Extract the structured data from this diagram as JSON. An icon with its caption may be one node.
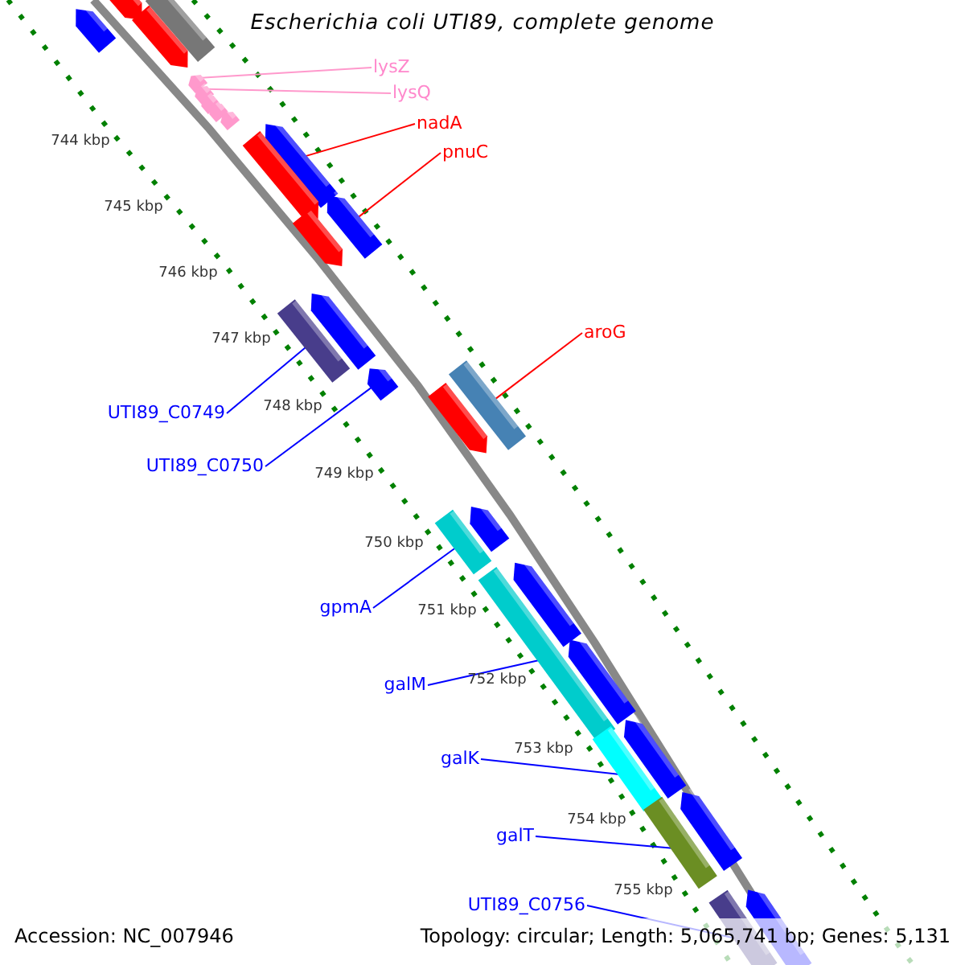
{
  "diagram": {
    "title": "Escherichia coli UTI89, complete genome",
    "nodes": [
      {
        "text": [
          "lysZ"
        ]
      },
      {
        "text": [
          "lysQ"
        ]
      },
      {
        "text": [
          "nadA"
        ]
      },
      {
        "text": [
          "pnuC"
        ]
      },
      {
        "text": [
          "aroG"
        ]
      },
      {
        "text": [
          "UTI89_C0749"
        ]
      },
      {
        "text": [
          "UTI89_C0750"
        ]
      },
      {
        "text": [
          "gpmA"
        ]
      },
      {
        "text": [
          "galM"
        ]
      },
      {
        "text": [
          "galK"
        ]
      },
      {
        "text": [
          "galT"
        ]
      },
      {
        "text": [
          "UTI89_C0756"
        ]
      },
      {
        "text": [],
        "shape": "arrow"
      },
      {
        "text": [],
        "shape": "bar"
      },
      {
        "text": [],
        "shape": "arrow"
      },
      {
        "text": [],
        "shape": "arrow"
      },
      {
        "text": [],
        "shape": "arrow"
      },
      {
        "text": [],
        "shape": "arrow"
      },
      {
        "text": [],
        "shape": "arrow"
      },
      {
        "text": [],
        "shape": "arrow"
      },
      {
        "text": [],
        "shape": "arrow"
      },
      {
        "text": [],
        "shape": "arrow"
      },
      {
        "text": [],
        "shape": "arrow"
      },
      {
        "text": [],
        "shape": "arrow"
      },
      {
        "text": [],
        "shape": "arrow"
      },
      {
        "text": [],
        "shape": "arrow"
      },
      {
        "text": [],
        "shape": "bar"
      },
      {
        "text": [],
        "shape": "arrow"
      },
      {
        "text": [],
        "shape": "bar"
      },
      {
        "text": [],
        "shape": "arrow"
      },
      {
        "text": [],
        "shape": "arrow"
      },
      {
        "text": [],
        "shape": "bar"
      },
      {
        "text": [],
        "shape": "arrow"
      },
      {
        "text": [],
        "shape": "bar"
      },
      {
        "text": [],
        "shape": "arrow"
      },
      {
        "text": [],
        "shape": "arrow"
      },
      {
        "text": [],
        "shape": "bar"
      },
      {
        "text": [],
        "shape": "arrow"
      },
      {
        "text": [],
        "shape": "bar"
      },
      {
        "text": [],
        "shape": "arrow"
      },
      {
        "text": [],
        "shape": "bar"
      }
    ],
    "edges": [
      {
        "from": 0,
        "to": 16,
        "arrow": "none",
        "color": "#ff99cc"
      },
      {
        "from": 1,
        "to": 17,
        "arrow": "none",
        "color": "#ff99cc"
      },
      {
        "from": 2,
        "to": 21,
        "arrow": "none",
        "color": "#ff0000"
      },
      {
        "from": 3,
        "to": 23,
        "arrow": "none",
        "color": "#ff0000"
      },
      {
        "from": 4,
        "to": 28,
        "arrow": "none",
        "color": "#ff0000"
      },
      {
        "from": 5,
        "to": 26,
        "arrow": "none"
      },
      {
        "from": 6,
        "to": 27,
        "arrow": "none"
      },
      {
        "from": 7,
        "to": 31,
        "arrow": "none"
      },
      {
        "from": 8,
        "to": 33,
        "arrow": "none"
      },
      {
        "from": 9,
        "to": 36,
        "arrow": "none"
      },
      {
        "from": 10,
        "to": 38,
        "arrow": "none"
      },
      {
        "from": 11,
        "to": 40,
        "arrow": "none"
      }
    ],
    "labels": [
      "744 kbp",
      "745 kbp",
      "746 kbp",
      "747 kbp",
      "748 kbp",
      "749 kbp",
      "750 kbp",
      "751 kbp",
      "752 kbp",
      "753 kbp",
      "754 kbp",
      "755 kbp",
      "Accession: NC_007946",
      "Topology: circular; Length: 5,065,741 bp; Genes: 5,131"
    ]
  }
}
